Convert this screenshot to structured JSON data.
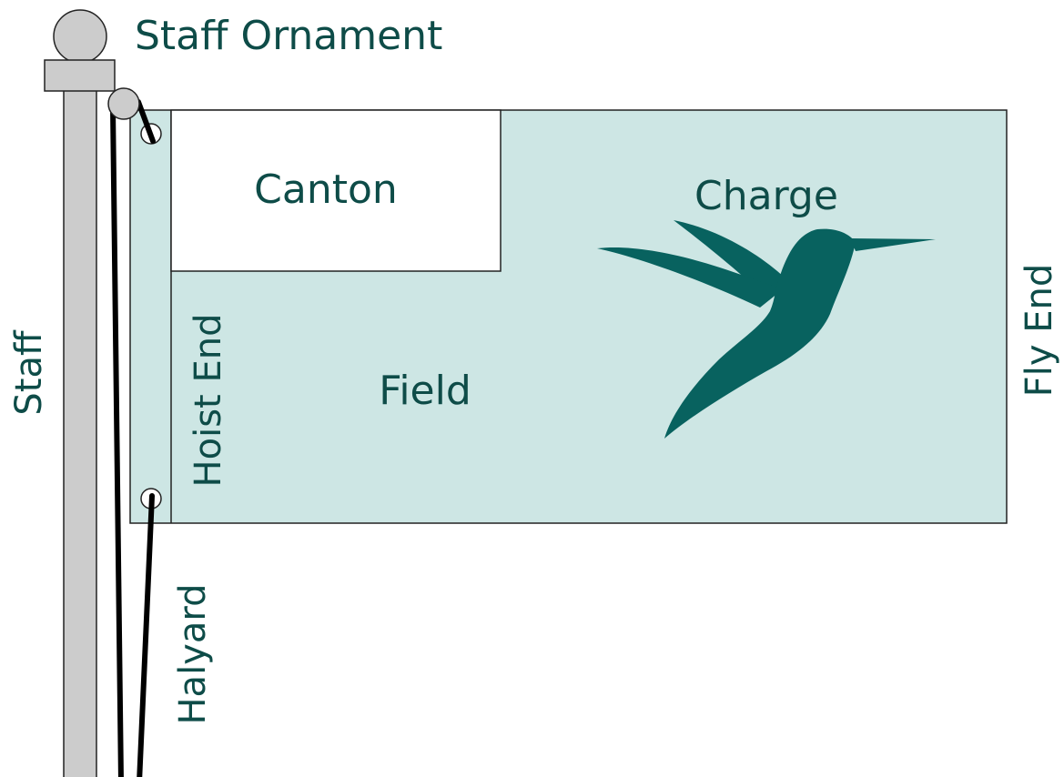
{
  "labels": {
    "staff_ornament": "Staff Ornament",
    "canton": "Canton",
    "charge": "Charge",
    "field": "Field",
    "hoist_end": "Hoist End",
    "fly_end": "Fly End",
    "staff": "Staff",
    "halyard": "Halyard"
  },
  "colors": {
    "text": "#0e4c48",
    "flag_field": "#cde6e4",
    "canton": "#ffffff",
    "charge": "#08625f",
    "staff_fill": "#cccccc",
    "outline": "#222222",
    "rope": "#000000"
  },
  "icons": {
    "charge": "hummingbird-icon"
  }
}
